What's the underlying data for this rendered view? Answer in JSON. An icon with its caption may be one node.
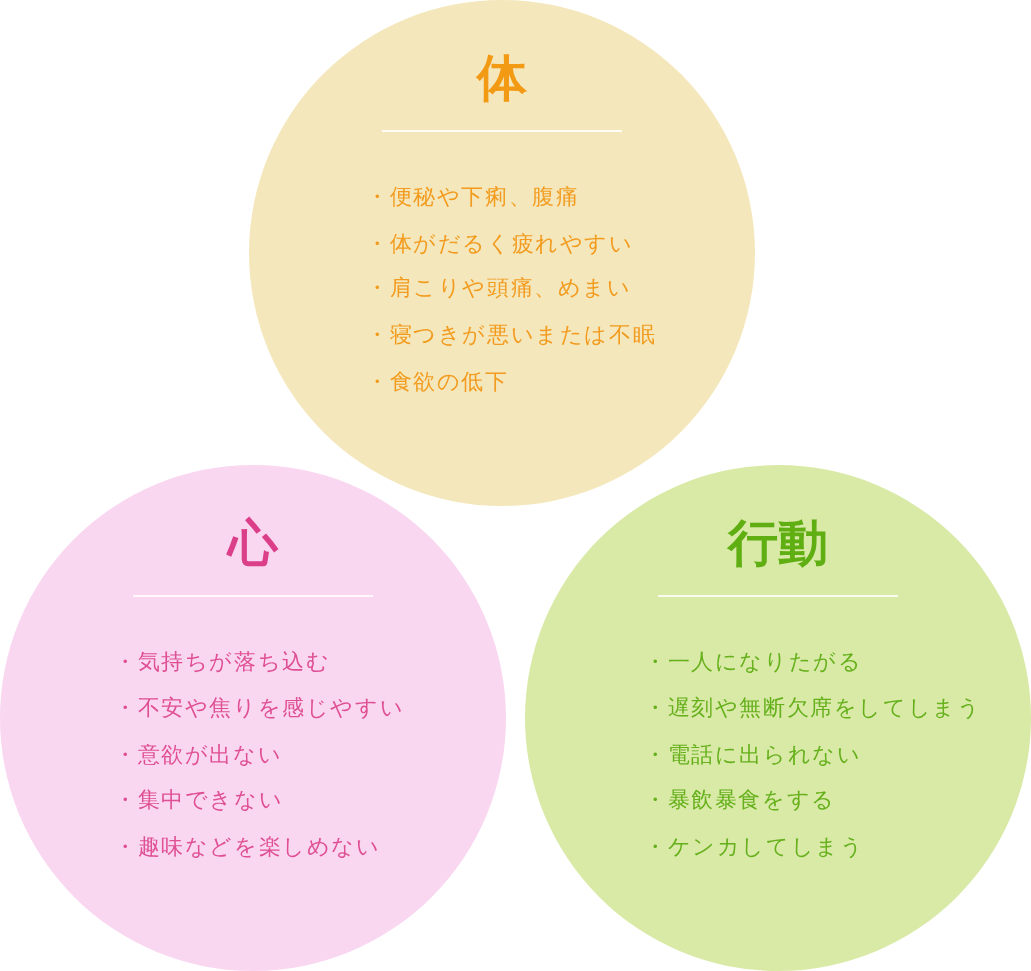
{
  "diagram": {
    "nodes": [
      {
        "text": [
          "体",
          "・便秘や下痢、腹痛",
          "・体がだるく疲れやすい",
          "・肩こりや頭痛、めまい",
          "・寝つきが悪いまたは不眠",
          "・食欲の低下"
        ]
      },
      {
        "text": [
          "心",
          "・気持ちが落ち込む",
          "・不安や焦りを感じやすい",
          "・意欲が出ない",
          "・集中できない",
          "・趣味などを楽しめない"
        ]
      },
      {
        "text": [
          "行動",
          "・一人になりたがる",
          "・遅刻や無断欠席をしてしまう",
          "・電話に出られない",
          "・暴飲暴食をする",
          "・ケンカしてしまう"
        ]
      }
    ]
  }
}
